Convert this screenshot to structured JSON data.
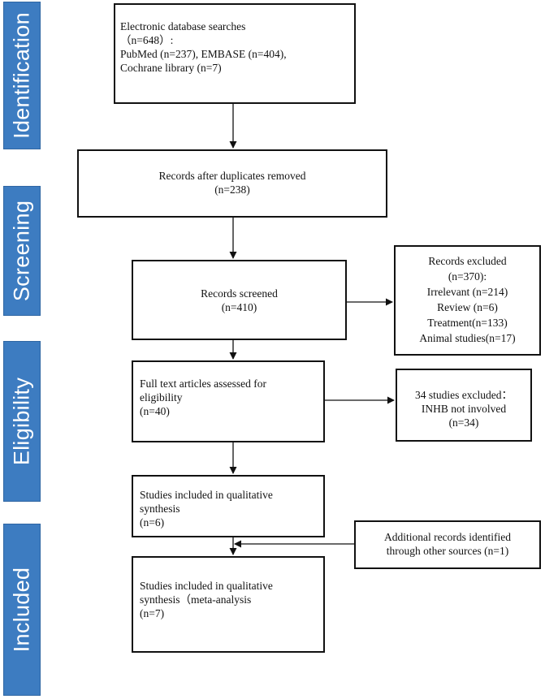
{
  "phases": [
    {
      "id": "identification",
      "label": "Identification"
    },
    {
      "id": "screening",
      "label": "Screening"
    },
    {
      "id": "eligibility",
      "label": "Eligibility"
    },
    {
      "id": "included",
      "label": "Included"
    }
  ],
  "boxes": {
    "database_searches": {
      "lines": [
        "Electronic database searches",
        "（n=648）:",
        "PubMed (n=237), EMBASE (n=404),",
        "Cochrane library (n=7)"
      ]
    },
    "duplicates_removed": {
      "lines": [
        "Records after duplicates removed",
        "(n=238)"
      ]
    },
    "records_screened": {
      "lines": [
        "Records screened",
        "(n=410)"
      ]
    },
    "records_excluded": {
      "lines": [
        "Records excluded",
        "(n=370):",
        "Irrelevant (n=214)",
        "Review (n=6)",
        "Treatment(n=133)",
        "Animal studies(n=17)"
      ]
    },
    "full_text_assessed": {
      "lines": [
        "Full text articles assessed for",
        "eligibility",
        "(n=40)"
      ]
    },
    "studies_excluded": {
      "lines": [
        "34 studies excluded：",
        "INHB not involved",
        "(n=34)"
      ]
    },
    "qualitative_synthesis": {
      "lines": [
        "Studies included in qualitative",
        "synthesis",
        "(n=6)"
      ]
    },
    "additional_records": {
      "lines": [
        "Additional records identified",
        "through other sources (n=1)"
      ]
    },
    "meta_analysis": {
      "lines": [
        "Studies included in qualitative",
        "synthesis（meta-analysis",
        "(n=7)"
      ]
    }
  },
  "colors": {
    "phase_fill": "#3d7cc1",
    "phase_text": "#ffffff",
    "box_border": "#111111"
  }
}
